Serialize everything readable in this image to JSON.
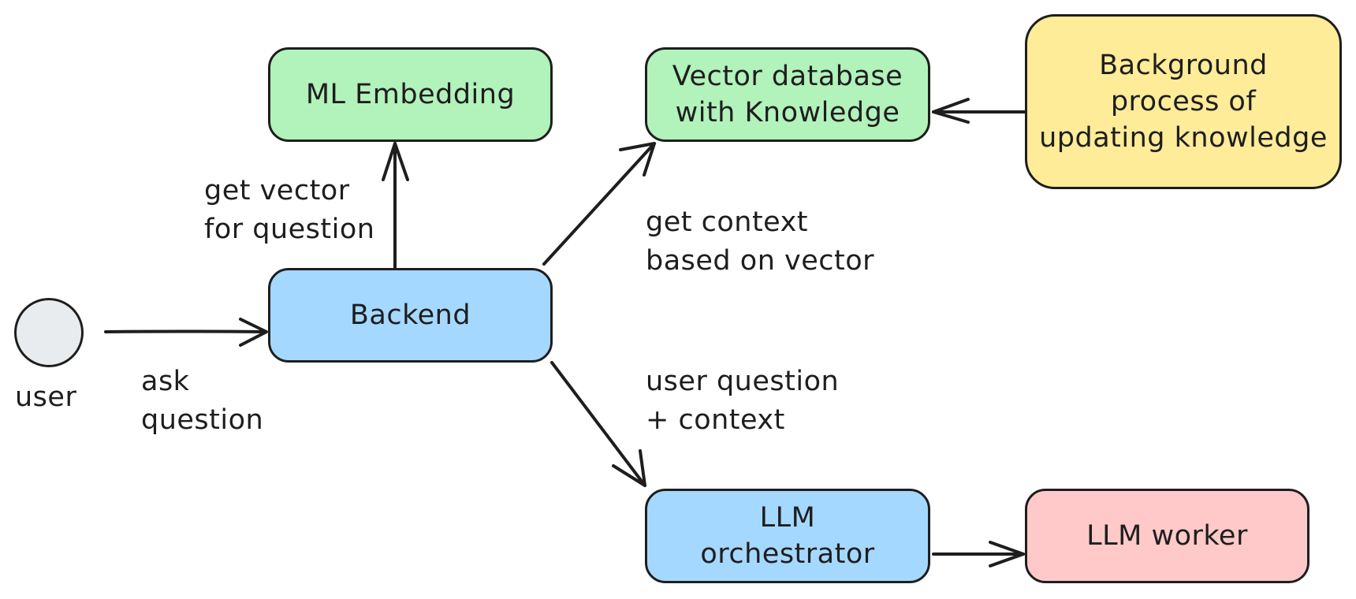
{
  "colors": {
    "stroke": "#1e1e1e",
    "green": "#b2f2bb",
    "blue": "#a5d8ff",
    "yellow": "#ffec99",
    "red": "#ffc9c9",
    "gray": "#e9ecef"
  },
  "nodes": {
    "ml_embedding": "ML Embedding",
    "vector_db": "Vector database\nwith Knowledge",
    "background_process": "Background\nprocess of\nupdating knowledge",
    "backend": "Backend",
    "llm_orchestrator": "LLM\norchestrator",
    "llm_worker": "LLM worker"
  },
  "actor": {
    "label": "user"
  },
  "edges": {
    "ask_question": "ask\nquestion",
    "get_vector": "get vector\nfor question",
    "get_context": "get context\nbased on vector",
    "user_question_context": "user question\n+ context"
  }
}
